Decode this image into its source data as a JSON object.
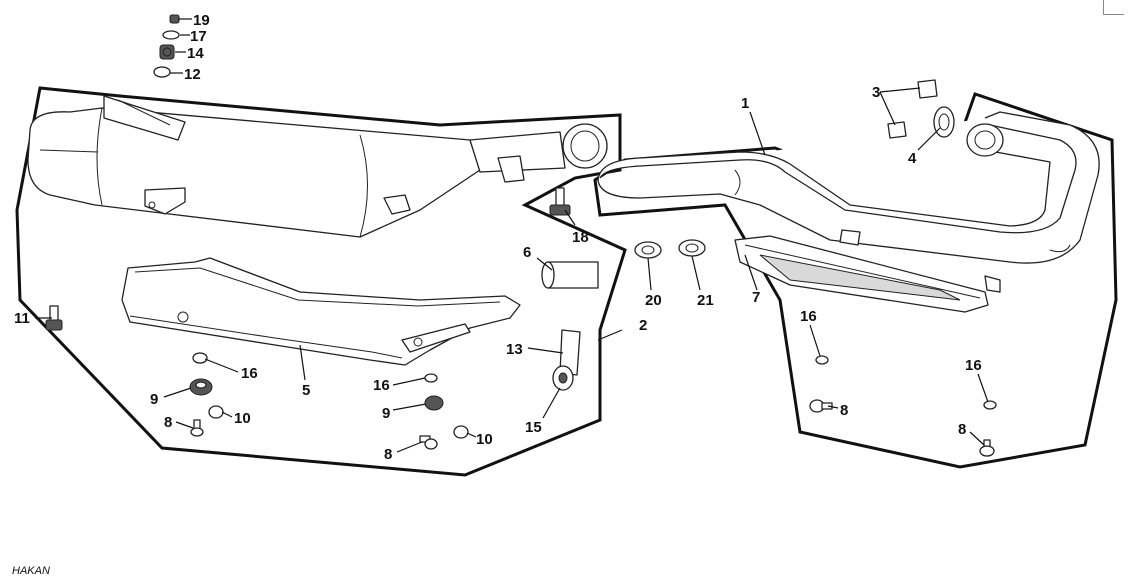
{
  "footer": {
    "brand": "HAKAN"
  },
  "callouts": {
    "c1": "1",
    "c2": "2",
    "c3": "3",
    "c4": "4",
    "c5": "5",
    "c6": "6",
    "c7": "7",
    "c8a": "8",
    "c8b": "8",
    "c8c": "8",
    "c8d": "8",
    "c9a": "9",
    "c9b": "9",
    "c10a": "10",
    "c10b": "10",
    "c11": "11",
    "c12": "12",
    "c13": "13",
    "c14": "14",
    "c15": "15",
    "c16a": "16",
    "c16b": "16",
    "c16c": "16",
    "c16d": "16",
    "c17": "17",
    "c18": "18",
    "c19": "19",
    "c20": "20",
    "c21": "21"
  }
}
